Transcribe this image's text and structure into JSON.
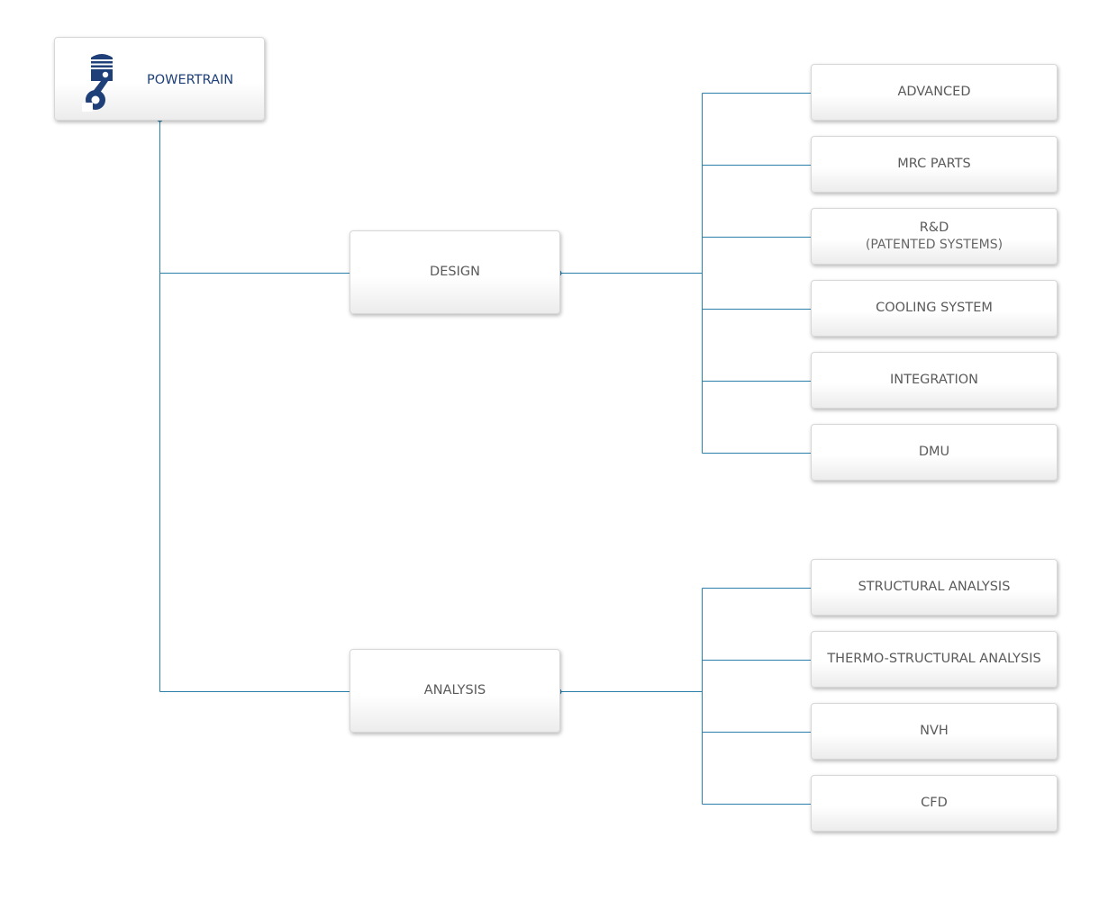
{
  "colors": {
    "connector": "#2b7fa8",
    "root_text": "#1e3f78",
    "logo": "#1e3f78",
    "node_text": "#5a5a5a"
  },
  "root": {
    "label": "POWERTRAIN",
    "icon": "piston-icon"
  },
  "branches": [
    {
      "label": "DESIGN",
      "children": [
        {
          "label": "ADVANCED"
        },
        {
          "label": "MRC PARTS"
        },
        {
          "label": "R&D",
          "sublabel": "(PATENTED SYSTEMS)"
        },
        {
          "label": "COOLING SYSTEM"
        },
        {
          "label": "INTEGRATION"
        },
        {
          "label": "DMU"
        }
      ]
    },
    {
      "label": "ANALYSIS",
      "children": [
        {
          "label": "STRUCTURAL ANALYSIS"
        },
        {
          "label": "THERMO-STRUCTURAL ANALYSIS"
        },
        {
          "label": "NVH"
        },
        {
          "label": "CFD"
        }
      ]
    }
  ]
}
